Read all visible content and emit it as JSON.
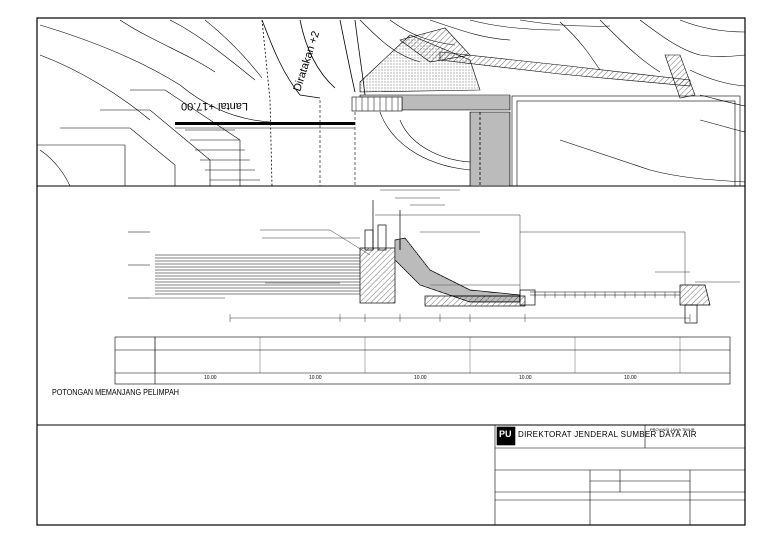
{
  "plan_view": {
    "road_label": "Diratakan +2",
    "floor_label": "Lantai +17.00"
  },
  "section_view": {
    "caption": "POTONGAN MEMANJANG PELIMPAH",
    "ruler_values": [
      "10.00",
      "10.00",
      "10.00",
      "10.00",
      "10.00"
    ]
  },
  "title_block": {
    "agency": "DIREKTORAT JENDERAL SUMBER DAYA AIR",
    "logo_text": "PU",
    "project_small": "PROVINSI JAWA TIMUR"
  },
  "colors": {
    "line": "#000000",
    "paper": "#ffffff",
    "hatch": "#333333"
  }
}
